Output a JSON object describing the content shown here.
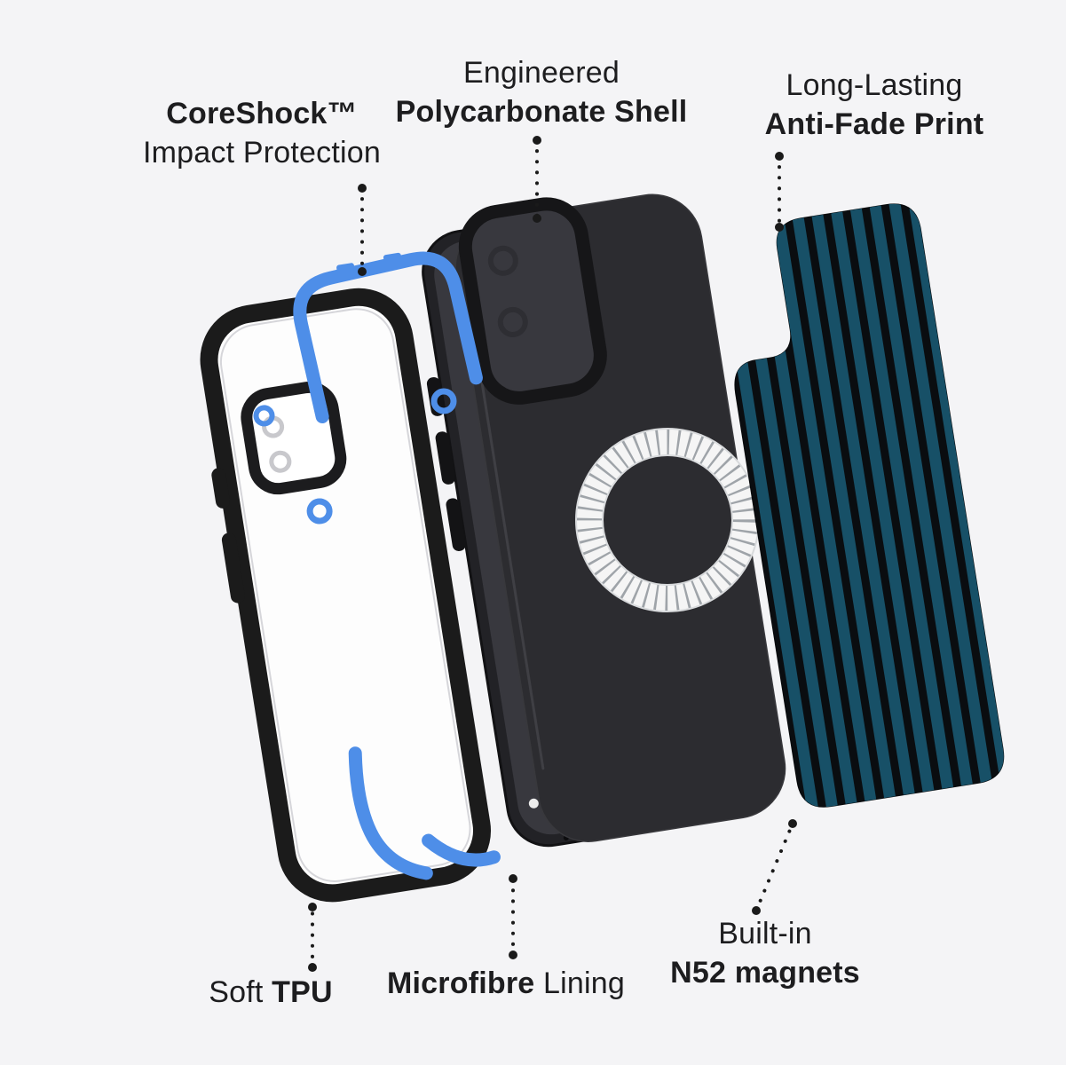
{
  "labels": {
    "coreshock": {
      "title": "CoreShock™",
      "subtitle": "Impact Protection"
    },
    "shell": {
      "intro": "Engineered",
      "title": "Polycarbonate Shell"
    },
    "print": {
      "intro": "Long-Lasting",
      "title": "Anti-Fade Print"
    },
    "tpu": {
      "intro": "Soft",
      "title": "TPU"
    },
    "lining": {
      "title": "Microfibre",
      "suffix": "Lining"
    },
    "magnets": {
      "intro": "Built-in",
      "title": "N52 magnets"
    }
  },
  "colors": {
    "bg": "#f4f4f6",
    "text": "#1d1d1f",
    "leader": "#1a1a1a",
    "accent-blue": "#4e8ee8",
    "stripe-teal": "#175067",
    "stripe-black": "#0a0d10",
    "case-black": "#1b1b1b",
    "shell-dark": "#2c2c30",
    "suede": "#38383e",
    "ring-white": "#f5f5f5",
    "ring-tick": "#8f959b"
  }
}
